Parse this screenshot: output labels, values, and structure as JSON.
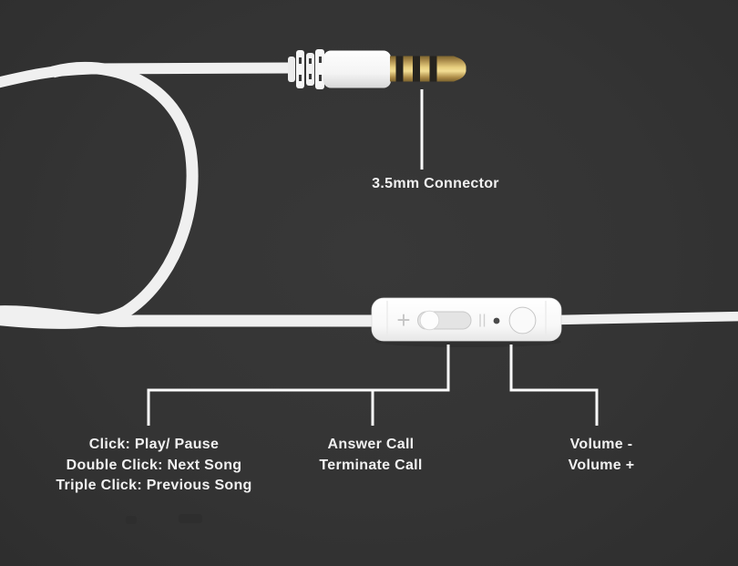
{
  "scene": {
    "background_color": "#343434",
    "cable_color": "#f0f0f0",
    "remote_color": "#f9f9f9",
    "text_color": "#f1f1f1",
    "callout_line_color": "#fbfbfb",
    "connector_gold_color": "#d9bd6d",
    "description_icons": {
      "plus_icon": "+",
      "slider_button": "pill-slider-with-knob",
      "microphone_hole_icon": "dot",
      "round_button": "circle"
    }
  },
  "connector": {
    "label": "3.5mm Connector"
  },
  "remote": {
    "plus_icon": "+"
  },
  "callouts": [
    {
      "id": "playback-control",
      "lines": [
        "Click: Play/ Pause",
        "Double Click: Next Song",
        "Triple Click: Previous Song"
      ]
    },
    {
      "id": "call-control",
      "lines": [
        "Answer Call",
        "Terminate Call"
      ]
    },
    {
      "id": "volume-control",
      "lines": [
        "Volume -",
        "Volume +"
      ]
    }
  ]
}
